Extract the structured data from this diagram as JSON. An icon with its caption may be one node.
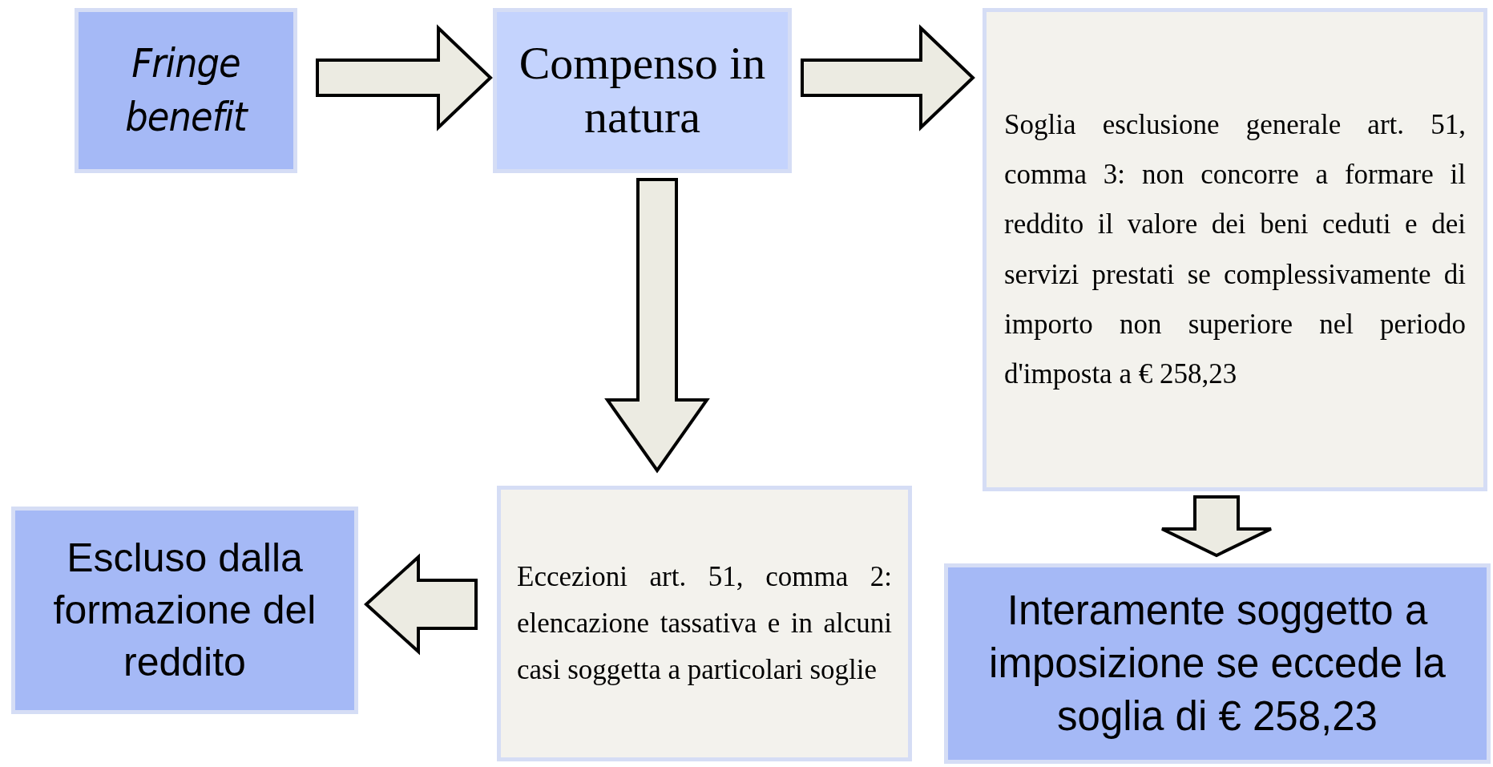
{
  "diagram": {
    "nodes": [
      {
        "text": [
          "Fringe benefit"
        ]
      },
      {
        "text": [
          "Compenso in natura"
        ]
      },
      {
        "text": [
          "Soglia esclusione generale art. 51, comma 3: non concorre a formare il reddito il valore dei beni ceduti e dei servizi prestati se complessivamente di importo non superiore nel periodo d'imposta a € 258,23"
        ]
      },
      {
        "text": [
          "Eccezioni art. 51, comma 2: elencazione tassativa e in alcuni casi soggetta a particolari soglie"
        ]
      },
      {
        "text": [
          "Escluso dalla formazione del reddito"
        ]
      },
      {
        "text": [
          "Interamente soggetto a imposizione se eccede la soglia di € 258,23"
        ]
      }
    ],
    "edges": [
      {
        "from": 0,
        "to": 1,
        "arrow": "to"
      },
      {
        "from": 1,
        "to": 2,
        "arrow": "to"
      },
      {
        "from": 1,
        "to": 3,
        "arrow": "to"
      },
      {
        "from": 3,
        "to": 4,
        "arrow": "to"
      },
      {
        "from": 2,
        "to": 5,
        "arrow": "to"
      }
    ]
  }
}
